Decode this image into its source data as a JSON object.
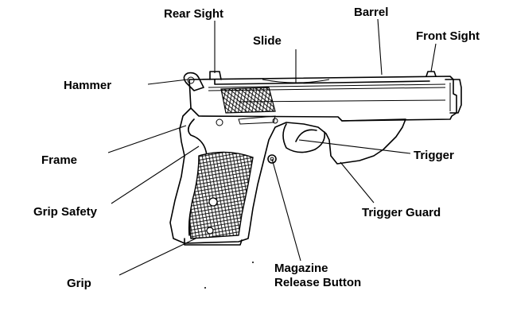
{
  "colors": {
    "background": "#ffffff",
    "ink": "#000000"
  },
  "labels": {
    "rear_sight": "Rear Sight",
    "barrel": "Barrel",
    "slide": "Slide",
    "front_sight": "Front Sight",
    "hammer": "Hammer",
    "frame": "Frame",
    "trigger": "Trigger",
    "grip_safety": "Grip Safety",
    "trigger_guard": "Trigger Guard",
    "magazine_line1": "Magazine",
    "magazine_line2": "Release Button",
    "grip": "Grip"
  }
}
